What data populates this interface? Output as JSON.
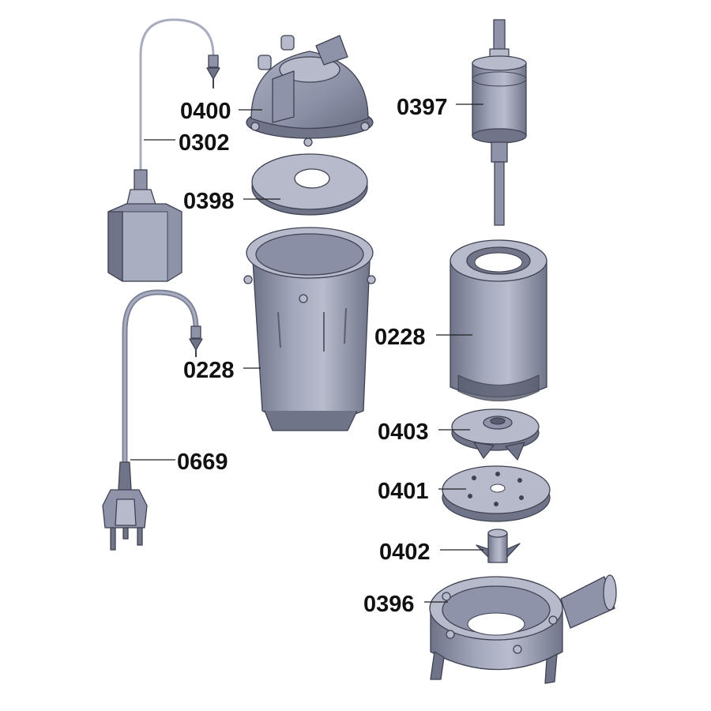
{
  "labels": {
    "float_cover": "0400",
    "float_cable": "0302",
    "gasket": "0398",
    "housing": "0228",
    "rotor": "0397",
    "stator": "0228",
    "oil_seal": "0403",
    "plate": "0401",
    "impeller": "0402",
    "pump_casing": "0396",
    "power_cable": "0669"
  },
  "colors": {
    "part_fill": "#8e93aa",
    "part_light": "#b6bacb",
    "part_dark": "#6f7489",
    "outline": "#3f4252",
    "label": "#111111"
  }
}
